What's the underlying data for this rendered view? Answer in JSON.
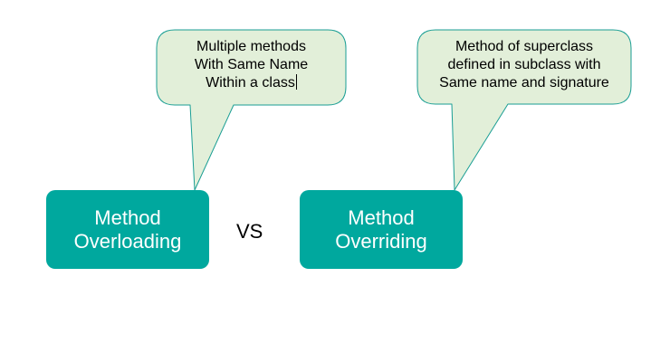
{
  "colors": {
    "callout_fill": "#e2efd9",
    "callout_stroke": "#1a9e94",
    "box_fill": "#00a89e",
    "box_text": "#ffffff"
  },
  "left": {
    "callout_lines": [
      "Multiple methods",
      "With Same Name",
      "Within a class"
    ],
    "box_lines": [
      "Method",
      "Overloading"
    ]
  },
  "vs": "VS",
  "right": {
    "callout_lines": [
      "Method of superclass",
      "defined in subclass with",
      "Same name and signature"
    ],
    "box_lines": [
      "Method",
      "Overriding"
    ]
  }
}
